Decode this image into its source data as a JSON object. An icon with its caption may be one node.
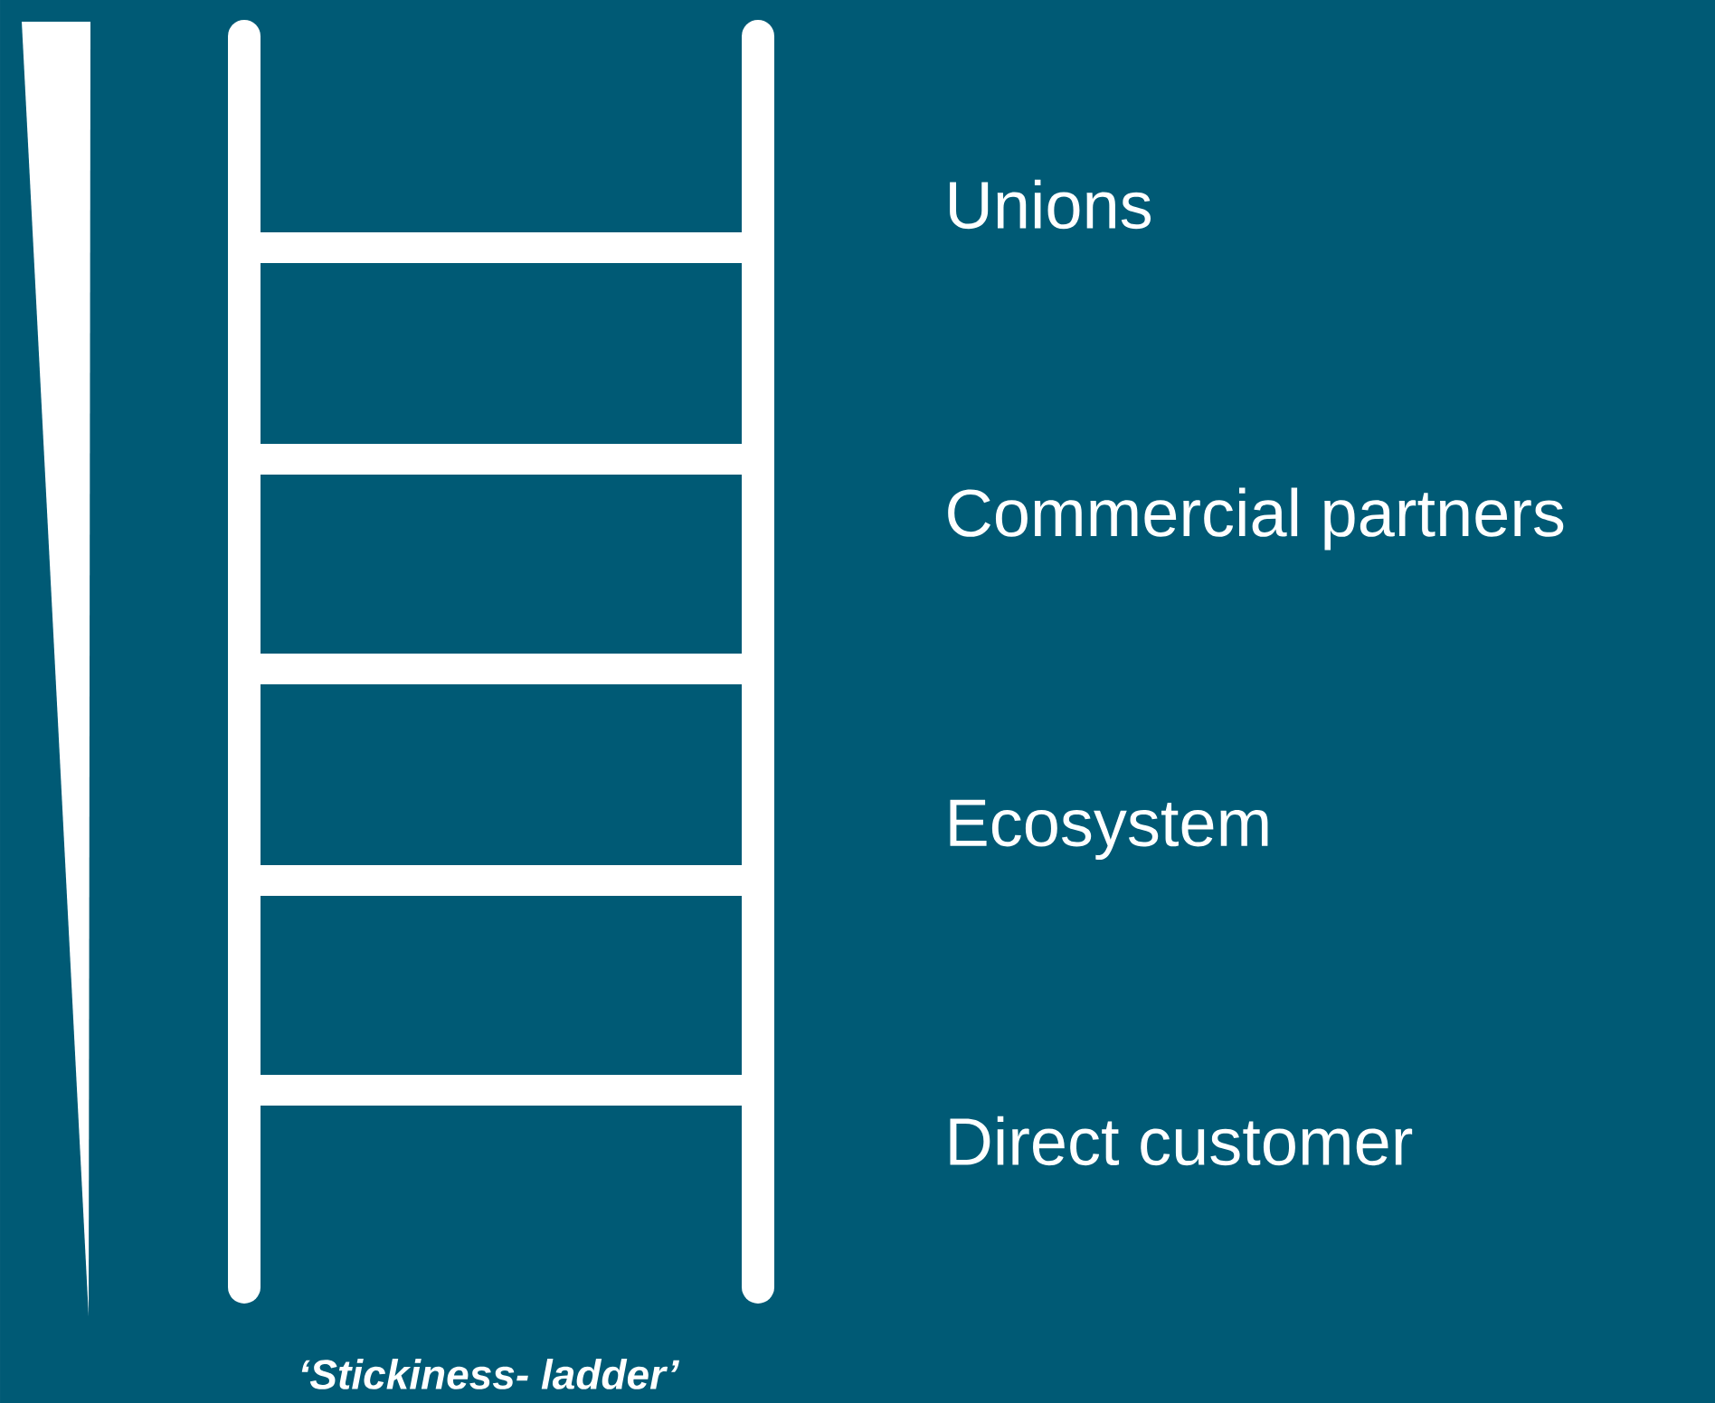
{
  "diagram": {
    "caption": "‘Stickiness- ladder’",
    "labels": [
      "Unions",
      "Commercial partners",
      "Ecosystem",
      "Direct customer"
    ]
  }
}
